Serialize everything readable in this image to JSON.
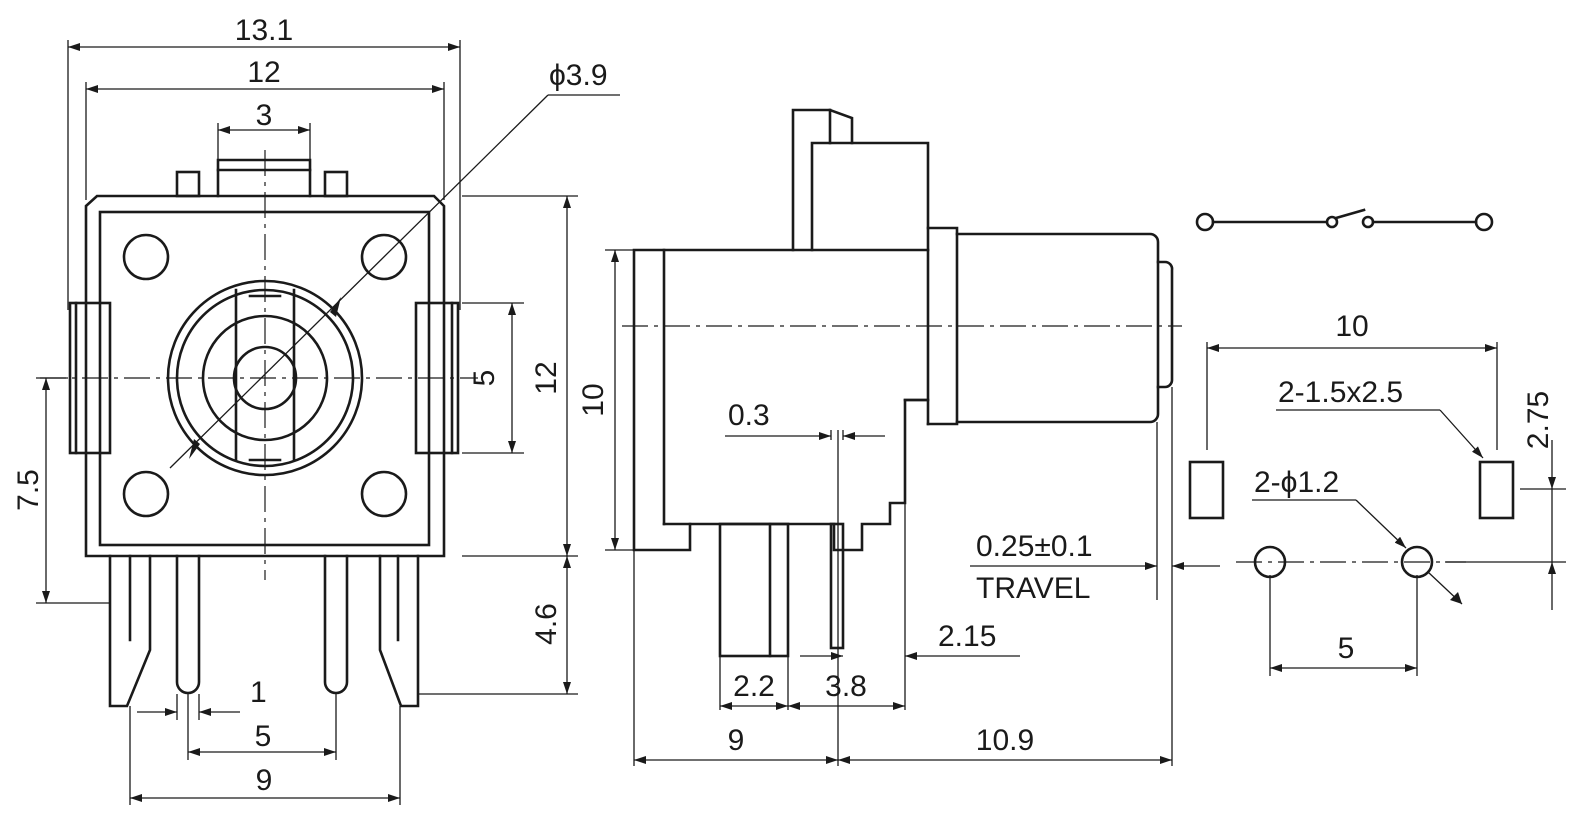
{
  "colors": {
    "line": "#1a1a1a",
    "background": "#ffffff"
  },
  "front_view": {
    "width_overall": "13.1",
    "width_body": "12",
    "actuator_width": "3",
    "shaft_diameter": "ϕ3.9",
    "bracket_width": "5",
    "body_height": "12",
    "center_height": "7.5",
    "pin_length": "4.6",
    "pin_width": "1",
    "pin_pitch": "5",
    "leg_span": "9"
  },
  "side_view": {
    "body_height": "10",
    "pin_thickness": "0.3",
    "leg_width": "2.2",
    "pin_offset": "3.8",
    "pin_setback": "2.15",
    "body_depth": "9",
    "shaft_length": "10.9",
    "travel_value": "0.25±0.1",
    "travel_label": "TRAVEL"
  },
  "pcb_layout": {
    "slot_pitch": "10",
    "slot_size": "2-1.5x2.5",
    "slot_offset": "2.75",
    "hole_size": "2-ϕ1.2",
    "hole_pitch": "5"
  }
}
